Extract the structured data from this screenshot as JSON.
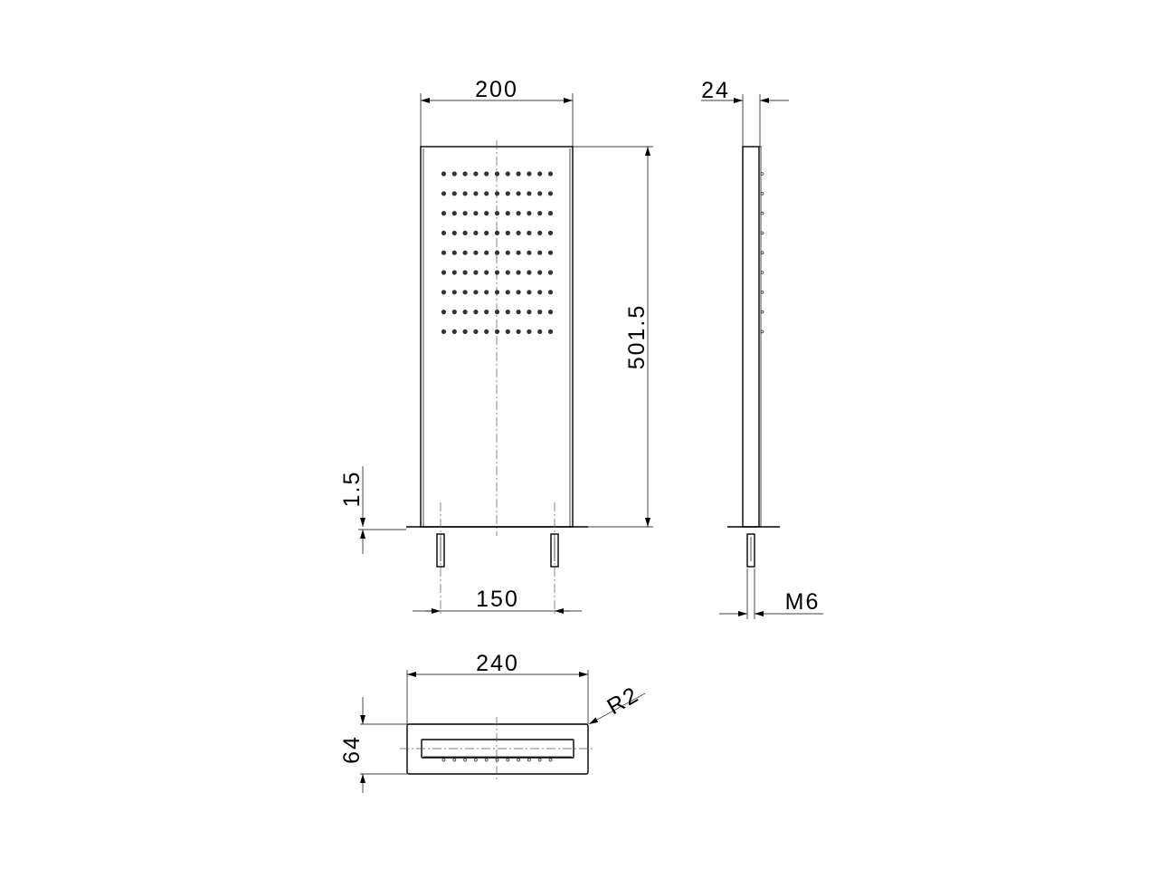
{
  "drawing": {
    "front_view": {
      "width_label": "200",
      "height_label": "501.5",
      "plate_thickness_label": "1.5",
      "fixing_distance_label": "150",
      "nozzle_columns": 11,
      "nozzle_rows": 9
    },
    "side_view": {
      "depth_label": "24",
      "thread_label": "M6",
      "nozzle_rows": 9
    },
    "top_view": {
      "width_label": "240",
      "depth_label": "64",
      "radius_label": "R2",
      "nozzle_count": 11
    }
  }
}
